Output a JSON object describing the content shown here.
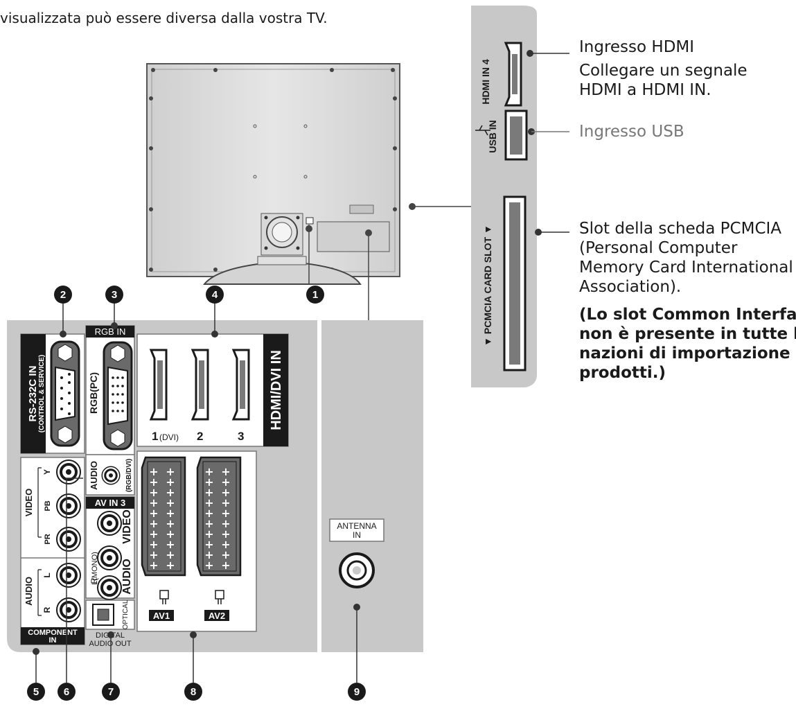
{
  "intro_text": "visualizzata può essere diversa dalla vostra TV.",
  "side_panel": {
    "hdmi_label": "HDMI IN 4",
    "usb_label": "USB IN",
    "pcmcia_label": "▼ PCMCIA CARD SLOT ▼"
  },
  "descriptions": {
    "hdmi_title": "Ingresso HDMI",
    "hdmi_line1": "Collegare un segnale",
    "hdmi_line2": "HDMI a HDMI IN.",
    "usb_title": "Ingresso USB",
    "pcmcia_line1": "Slot della scheda PCMCIA",
    "pcmcia_line2": "(Personal Computer",
    "pcmcia_line3": "Memory Card International",
    "pcmcia_line4": "Association).",
    "note_line1": "(Lo slot Common Interface",
    "note_line2": "non è presente in tutte le",
    "note_line3": "nazioni di importazione dei",
    "note_line4": "prodotti.)"
  },
  "callouts": [
    "1",
    "2",
    "3",
    "4",
    "5",
    "6",
    "7",
    "8",
    "9"
  ],
  "rear_panel": {
    "rs232_label": "RS-232C IN",
    "rs232_sub": "(CONTROL & SERVICE)",
    "rgb_in": "RGB IN",
    "rgb_pc": "RGB(PC)",
    "audio_rgbdvi": "AUDIO",
    "audio_rgbdvi_sub": "(RGB/DVI)",
    "hdmi_dvi_in": "HDMI/DVI IN",
    "hdmi_port1": "1",
    "hdmi_port1_sub": "(DVI)",
    "hdmi_port2": "2",
    "hdmi_port3": "3",
    "video": "VIDEO",
    "y": "Y",
    "pb": "PB",
    "pr": "PR",
    "audio": "AUDIO",
    "l": "L",
    "r": "R",
    "component_in": "COMPONENT",
    "component_in2": "IN",
    "av_in3": "AV IN 3",
    "av3_video": "VIDEO",
    "av3_audio": "AUDIO",
    "l_mono": "L(MONO)",
    "av3_r": "R",
    "optical": "OPTICAL",
    "digital_audio_out": "DIGITAL",
    "digital_audio_out2": "AUDIO OUT",
    "av1": "AV1",
    "av2": "AV2",
    "antenna": "ANTENNA",
    "antenna2": "IN"
  },
  "colors": {
    "panel": "#c8c8c8",
    "panel_dark": "#8a8a8a",
    "tv_body": "#d9d9d9",
    "black": "#1a1a1a"
  }
}
